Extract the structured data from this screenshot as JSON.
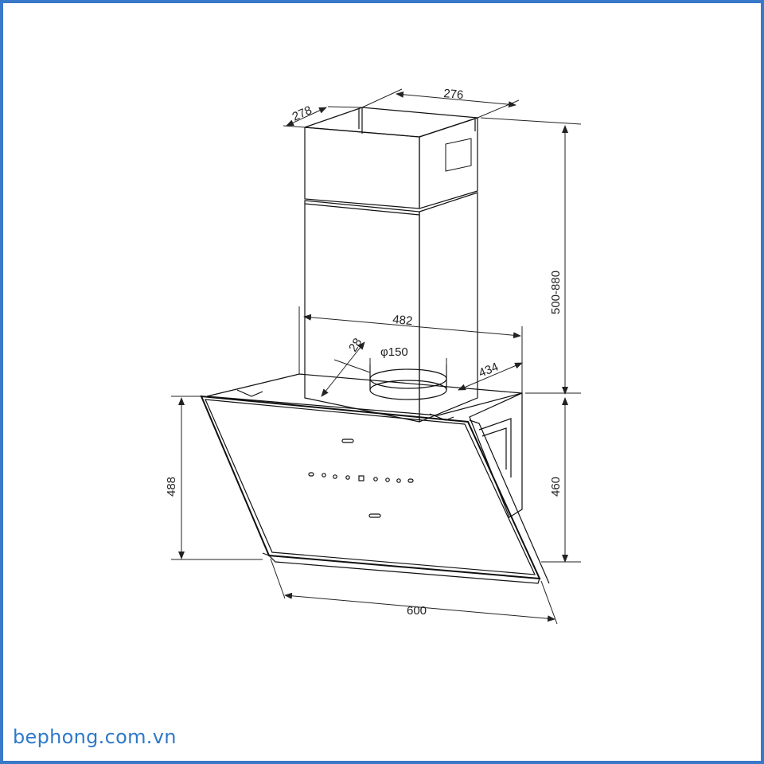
{
  "dimensions": {
    "depth_top": "278",
    "width_top": "276",
    "chimney_height": "500-880",
    "hood_width_rear": "482",
    "offset": "28",
    "duct_diameter": "φ150",
    "depth_side": "434",
    "front_height": "488",
    "side_height": "460",
    "front_width": "600"
  },
  "watermark": "bephong.com.vn"
}
